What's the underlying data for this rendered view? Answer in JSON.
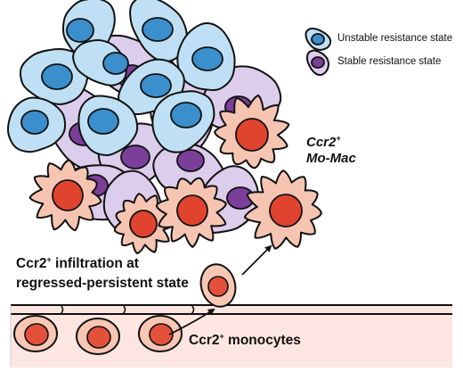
{
  "legend": {
    "unstable_label": "Unstable resistance state",
    "stable_label": "Stable resistance state"
  },
  "labels": {
    "momac_line1_base": "Ccr2",
    "momac_line1_sup": "+",
    "momac_line2": "Mo-Mac",
    "infiltration_base": "Ccr2",
    "infiltration_sup": "+",
    "infiltration_rest": " infiltration at",
    "infiltration_line2": "regressed-persistent state",
    "monocytes_base": "Ccr2",
    "monocytes_sup": "+",
    "monocytes_rest": " monocytes"
  },
  "colors": {
    "outline": "#111111",
    "unstable_cell_fill": "#bfe0f4",
    "unstable_nucleus": "#3a8fcc",
    "stable_cell_fill": "#dccdec",
    "stable_nucleus": "#7b3f99",
    "macrophage_fill": "#f6c5b2",
    "macrophage_nucleus": "#e0442f",
    "vessel_fill": "#fde6e2",
    "monocyte_fill": "#f8c7b4",
    "monocyte_nucleus": "#e4513a"
  }
}
